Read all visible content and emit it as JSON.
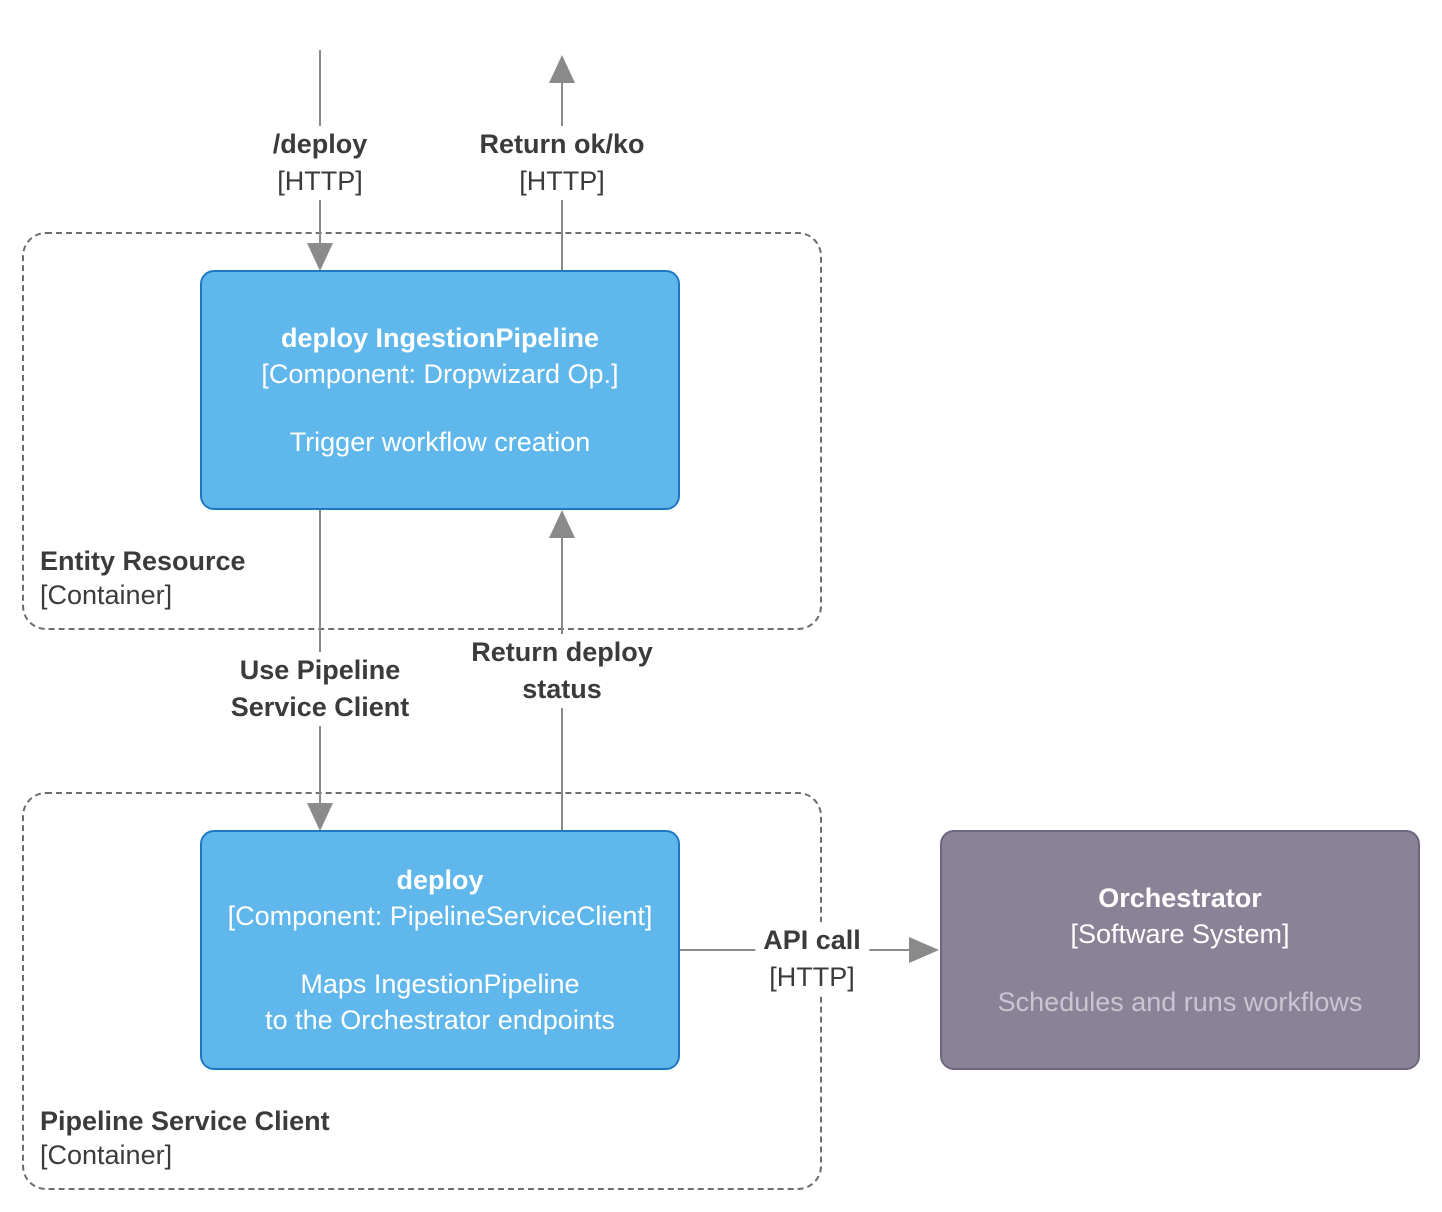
{
  "colors": {
    "component_fill": "#60b7ec",
    "component_border": "#1e78c2",
    "external_fill": "#8a8296",
    "external_border": "#6e6582",
    "line_gray": "#8a8a8a",
    "label_text": "#3b3b3b",
    "external_description_text": "#c9c5d1"
  },
  "containers": {
    "entity_resource": {
      "name": "Entity Resource",
      "type": "[Container]"
    },
    "pipeline_service_client": {
      "name": "Pipeline Service Client",
      "type": "[Container]"
    }
  },
  "components": {
    "deploy_ingestion_pipeline": {
      "title": "deploy IngestionPipeline",
      "meta": "[Component: Dropwizard Op.]",
      "description": "Trigger workflow creation"
    },
    "deploy_client": {
      "title": "deploy",
      "meta": "[Component: PipelineServiceClient]",
      "description_line1": "Maps IngestionPipeline",
      "description_line2": "to the Orchestrator endpoints"
    }
  },
  "external_system": {
    "title": "Orchestrator",
    "meta": "[Software System]",
    "description": "Schedules and runs workflows"
  },
  "relationships": {
    "deploy_request": {
      "label": "/deploy",
      "tech": "[HTTP]"
    },
    "return_ok_ko": {
      "label": "Return ok/ko",
      "tech": "[HTTP]"
    },
    "use_pipeline_client": {
      "line1": "Use Pipeline",
      "line2": "Service Client"
    },
    "return_deploy_status": {
      "line1": "Return deploy",
      "line2": "status"
    },
    "api_call": {
      "label": "API call",
      "tech": "[HTTP]"
    }
  }
}
